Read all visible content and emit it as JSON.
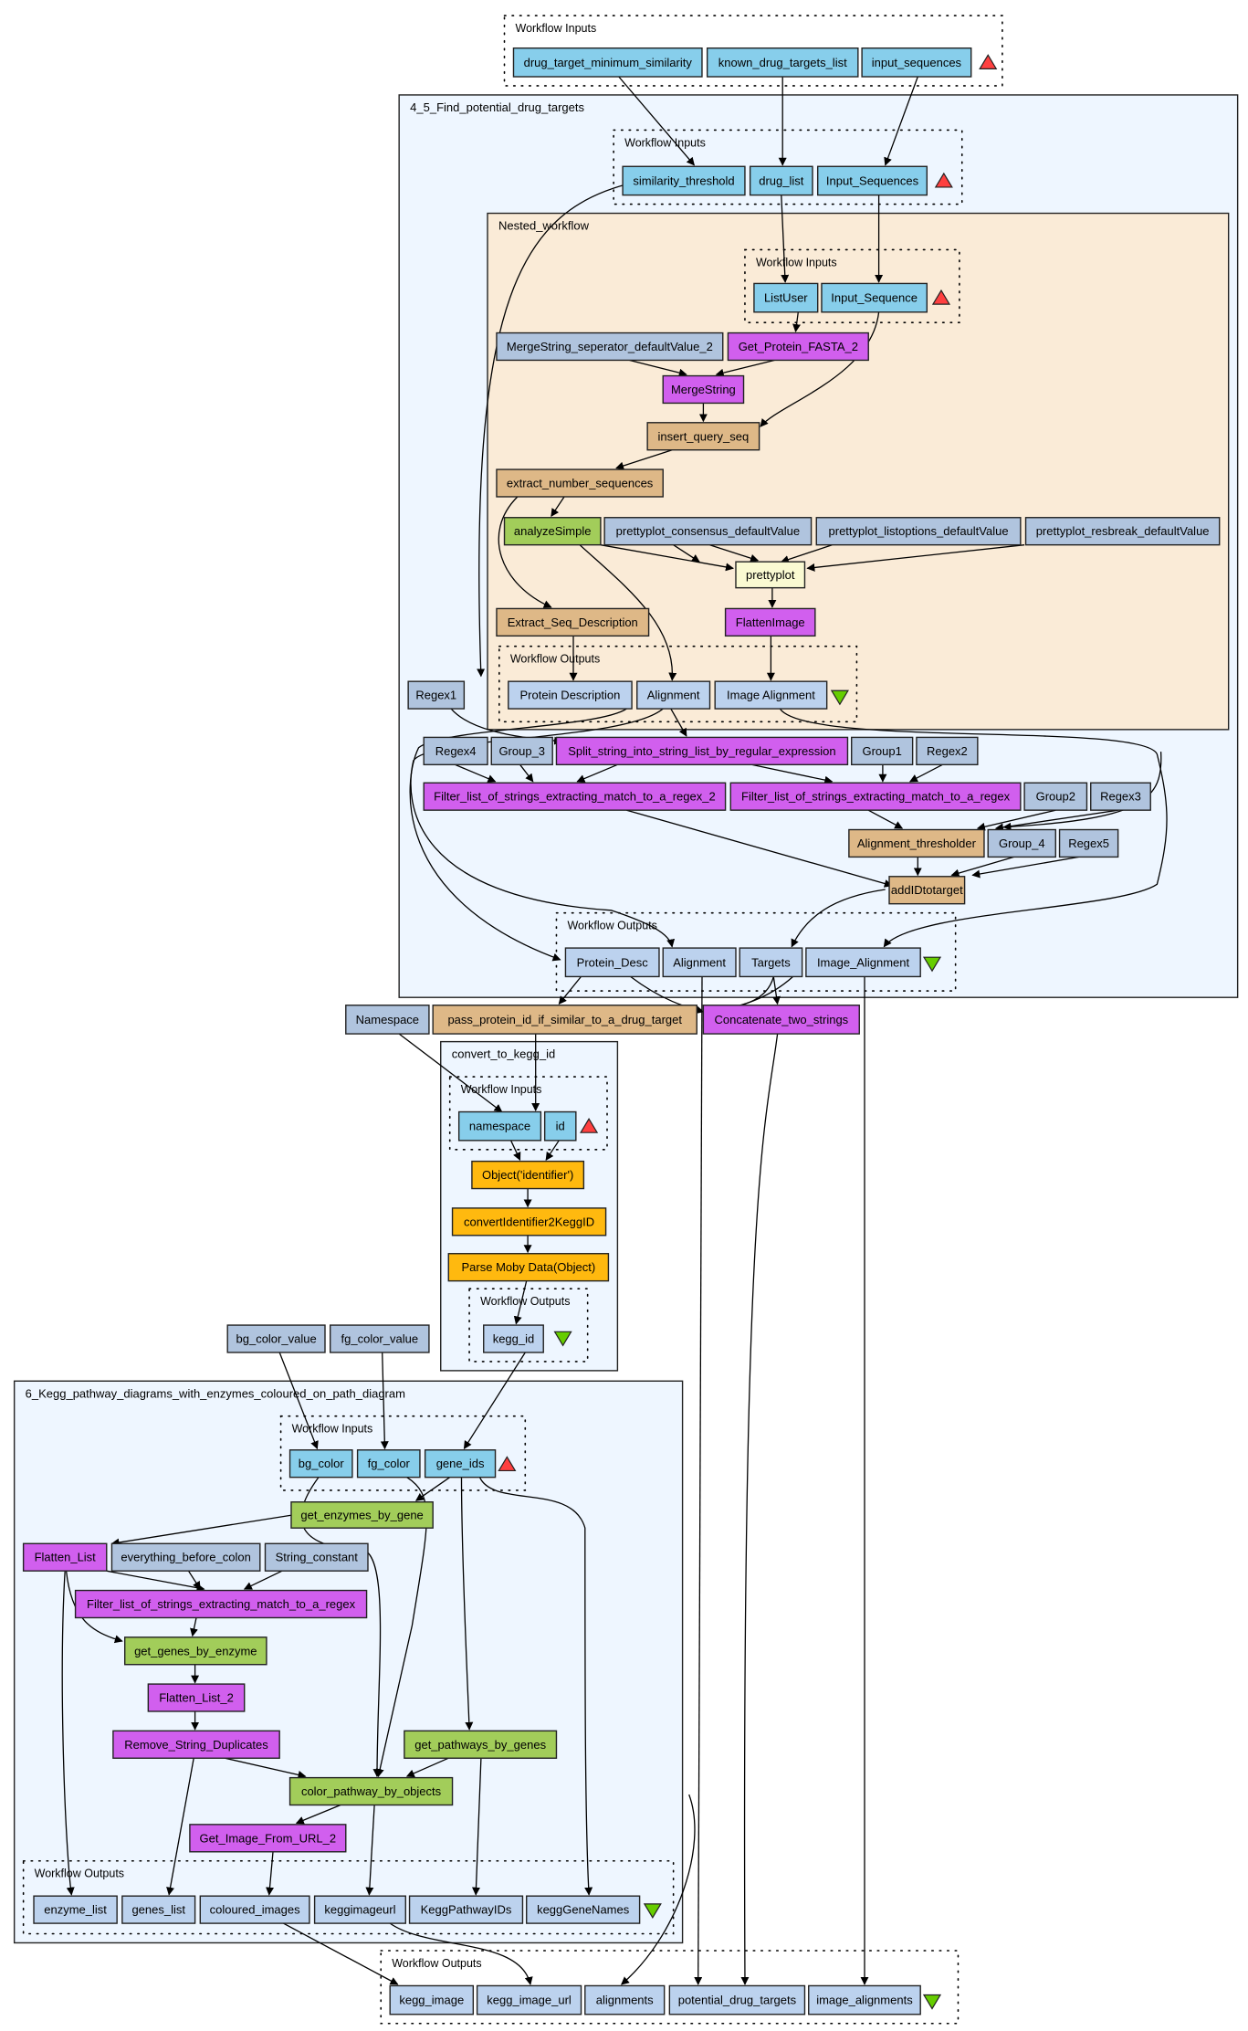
{
  "colors": {
    "input": "#87ceeb",
    "output": "#b0c4de",
    "outputLight": "#bcd2ee",
    "constant": "#b0c4de",
    "beanshell": "#deb887",
    "localworker": "#d15fee",
    "soaplab": "#a2cd5a",
    "biomoby": "#ffb90f",
    "rshell": "#fafad2",
    "nested": "#faebd7",
    "subworkflow": "#eef6ff",
    "inputMarker": "#ff4040",
    "outputMarker": "#66cd00"
  },
  "top_inputs": {
    "label": "Workflow Inputs",
    "ports": [
      "drug_target_minimum_similarity",
      "known_drug_targets_list",
      "input_sequences"
    ]
  },
  "find_targets": {
    "title": "4_5_Find_potential_drug_targets",
    "inputs_label": "Workflow Inputs",
    "inputs": [
      "similarity_threshold",
      "drug_list",
      "Input_Sequences"
    ],
    "nested": {
      "title": "Nested_workflow",
      "inputs_label": "Workflow Inputs",
      "inputs": [
        "ListUser",
        "Input_Sequence"
      ],
      "nodes": {
        "merge_sep": "MergeString_seperator_defaultValue_2",
        "get_fasta": "Get_Protein_FASTA_2",
        "merge": "MergeString",
        "insert": "insert_query_seq",
        "extract_num": "extract_number_sequences",
        "analyze": "analyzeSimple",
        "pp_consensus": "prettyplot_consensus_defaultValue",
        "pp_listoptions": "prettyplot_listoptions_defaultValue",
        "pp_resbreak": "prettyplot_resbreak_defaultValue",
        "prettyplot": "prettyplot",
        "extract_desc": "Extract_Seq_Description",
        "flatten_image": "FlattenImage"
      },
      "outputs_label": "Workflow Outputs",
      "outputs": [
        "Protein Description",
        "Alignment",
        "Image Alignment"
      ]
    },
    "nodes": {
      "regex1": "Regex1",
      "regex4": "Regex4",
      "group3": "Group_3",
      "split": "Split_string_into_string_list_by_regular_expression",
      "group1": "Group1",
      "regex2": "Regex2",
      "filter2": "Filter_list_of_strings_extracting_match_to_a_regex_2",
      "filter": "Filter_list_of_strings_extracting_match_to_a_regex",
      "group2": "Group2",
      "regex3": "Regex3",
      "thresholder": "Alignment_thresholder",
      "group4": "Group_4",
      "regex5": "Regex5",
      "addid": "addIDtotarget"
    },
    "outputs_label": "Workflow Outputs",
    "outputs": [
      "Protein_Desc",
      "Alignment",
      "Targets",
      "Image_Alignment"
    ]
  },
  "middle": {
    "namespace": "Namespace",
    "pass_protein": "pass_protein_id_if_similar_to_a_drug_target",
    "concat": "Concatenate_two_strings",
    "bg_color_value": "bg_color_value",
    "fg_color_value": "fg_color_value"
  },
  "kegg_convert": {
    "title": "convert_to_kegg_id",
    "inputs_label": "Workflow Inputs",
    "inputs": [
      "namespace",
      "id"
    ],
    "nodes": [
      "Object('identifier')",
      "convertIdentifier2KeggID",
      "Parse Moby Data(Object)"
    ],
    "outputs_label": "Workflow Outputs",
    "outputs": [
      "kegg_id"
    ]
  },
  "kegg_pathway": {
    "title": "6_Kegg_pathway_diagrams_with_enzymes_coloured_on_path_diagram",
    "inputs_label": "Workflow Inputs",
    "inputs": [
      "bg_color",
      "fg_color",
      "gene_ids"
    ],
    "nodes": {
      "get_enzymes": "get_enzymes_by_gene",
      "flatten": "Flatten_List",
      "before_colon": "everything_before_colon",
      "string_const": "String_constant",
      "filter": "Filter_list_of_strings_extracting_match_to_a_regex",
      "get_genes": "get_genes_by_enzyme",
      "flatten2": "Flatten_List_2",
      "remove_dup": "Remove_String_Duplicates",
      "get_pathways": "get_pathways_by_genes",
      "color_pathway": "color_pathway_by_objects",
      "get_image": "Get_Image_From_URL_2"
    },
    "outputs_label": "Workflow Outputs",
    "outputs": [
      "enzyme_list",
      "genes_list",
      "coloured_images",
      "keggimageurl",
      "KeggPathwayIDs",
      "keggGeneNames"
    ]
  },
  "final_outputs": {
    "label": "Workflow Outputs",
    "ports": [
      "kegg_image",
      "kegg_image_url",
      "alignments",
      "potential_drug_targets",
      "image_alignments"
    ]
  }
}
